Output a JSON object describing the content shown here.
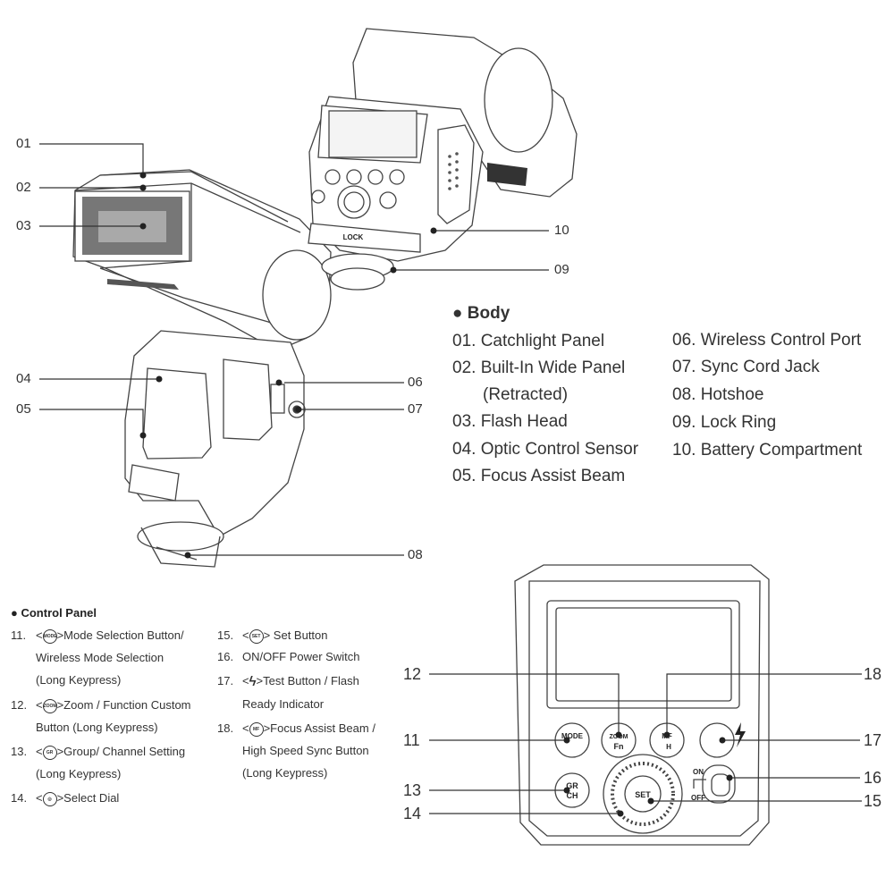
{
  "callouts": {
    "c01": "01",
    "c02": "02",
    "c03": "03",
    "c04": "04",
    "c05": "05",
    "c06": "06",
    "c07": "07",
    "c08": "08",
    "c09": "09",
    "c10": "10",
    "c11": "11",
    "c12": "12",
    "c13": "13",
    "c14": "14",
    "c15": "15",
    "c16": "16",
    "c17": "17",
    "c18": "18"
  },
  "body": {
    "heading": "● Body",
    "items": [
      "01. Catchlight Panel",
      "02. Built-In Wide Panel",
      "(Retracted)",
      "03. Flash Head",
      "04. Optic Control Sensor",
      "05. Focus Assist Beam",
      "06. Wireless Control Port",
      "07. Sync Cord Jack",
      "08. Hotshoe",
      "09. Lock Ring",
      "10. Battery Compartment"
    ]
  },
  "control_panel": {
    "heading": "● Control Panel",
    "n11": "11.",
    "t11a": ">Mode Selection Button/",
    "t11b": "Wireless Mode Selection",
    "t11c": "(Long Keypress)",
    "n12": "12.",
    "t12a": ">Zoom / Function Custom",
    "t12b": "Button (Long Keypress)",
    "n13": "13.",
    "t13a": ">Group/ Channel Setting",
    "t13b": "(Long Keypress)",
    "n14": "14.",
    "t14a": ">Select Dial",
    "n15": "15.",
    "t15a": "> Set Button",
    "n16": "16.",
    "t16a": "ON/OFF Power Switch",
    "n17": "17.",
    "t17a": ">Test Button / Flash",
    "t17b": "Ready Indicator",
    "n18": "18.",
    "t18a": ">Focus Assist Beam /",
    "t18b": "High Speed Sync Button",
    "t18c": "(Long Keypress)"
  },
  "device_labels": {
    "lock": "LOCK",
    "mode": "MODE",
    "zoom": "ZOOM",
    "fn": "Fn",
    "mf": "MF",
    "h": "H",
    "gr": "GR",
    "ch": "CH",
    "set": "SET",
    "on": "ON",
    "off": "OFF"
  },
  "icons": [
    "set-icon",
    "mode-icon",
    "zoom-icon",
    "gr-ch-icon",
    "dial-icon",
    "flash-bolt-icon",
    "mf-icon"
  ]
}
